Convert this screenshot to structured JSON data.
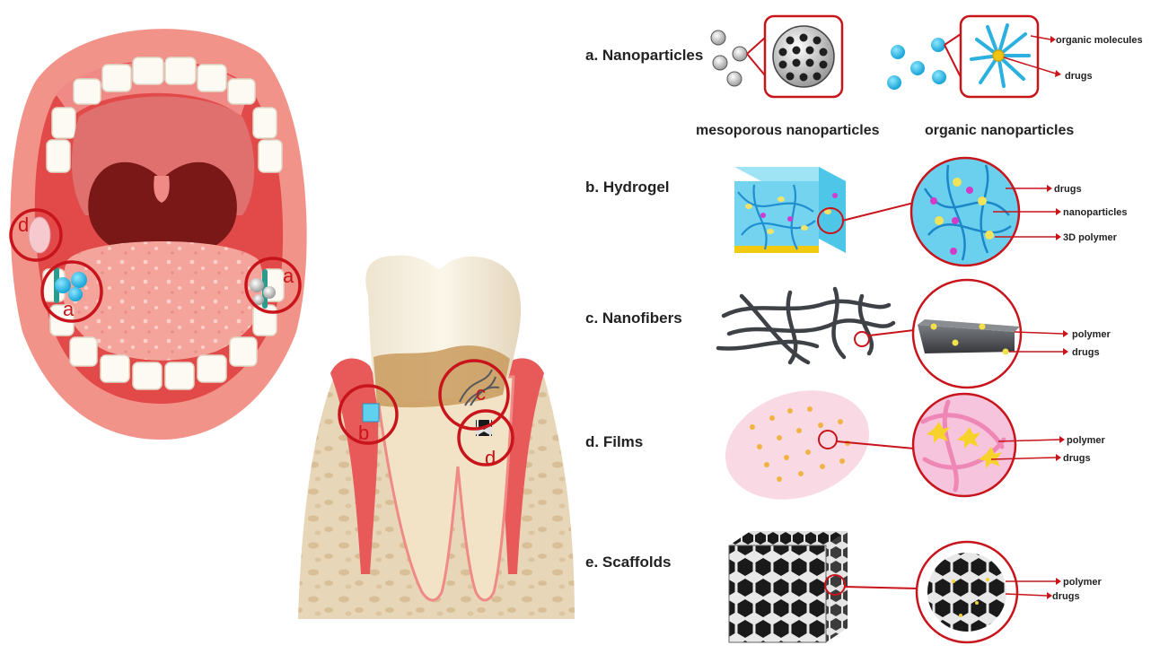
{
  "mouth_markers": [
    "d",
    "a",
    "a"
  ],
  "tooth_markers": [
    "b",
    "c",
    "d"
  ],
  "categories": {
    "a": {
      "title": "a. Nanoparticles",
      "sub_left": "mesoporous nanoparticles",
      "sub_right": "organic nanoparticles",
      "callouts": [
        "organic molecules",
        "drugs"
      ]
    },
    "b": {
      "title": "b. Hydrogel",
      "callouts": [
        "drugs",
        "nanoparticles",
        "3D polymer"
      ]
    },
    "c": {
      "title": "c. Nanofibers",
      "callouts": [
        "polymer",
        "drugs"
      ]
    },
    "d": {
      "title": "d. Films",
      "callouts": [
        "polymer",
        "drugs"
      ]
    },
    "e": {
      "title": "e. Scaffolds",
      "callouts": [
        "polymer",
        "drugs"
      ]
    }
  },
  "colors": {
    "accent_red": "#c8141b",
    "lip": "#f2938a",
    "gum": "#e8595a",
    "tongue": "#f3a49c",
    "bone": "#e6d2b3",
    "cyan": "#3cc3e6",
    "fiber": "#4a4d52"
  }
}
